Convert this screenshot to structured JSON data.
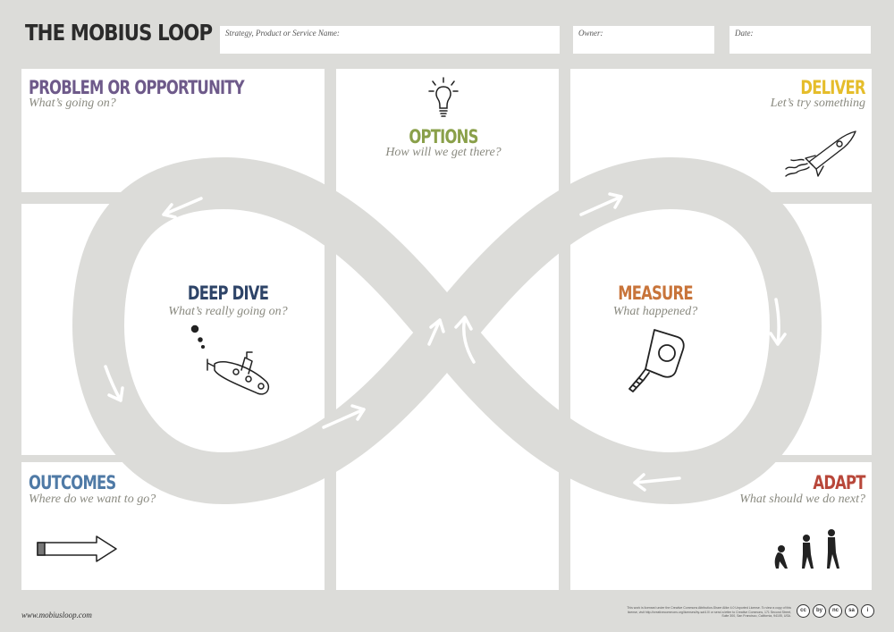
{
  "title": "THE MOBIUS LOOP",
  "fields": {
    "strategy_label": "Strategy, Product or Service Name:",
    "owner_label": "Owner:",
    "date_label": "Date:"
  },
  "sections": {
    "problem": {
      "title": "PROBLEM OR OPPORTUNITY",
      "subtitle": "What’s going on?",
      "color": "#6e5a8a"
    },
    "options": {
      "title": "OPTIONS",
      "subtitle": "How will we get there?",
      "color": "#8aa04a"
    },
    "deliver": {
      "title": "DELIVER",
      "subtitle": "Let’s try something",
      "color": "#e5bd2b"
    },
    "deep_dive": {
      "title": "DEEP DIVE",
      "subtitle": "What’s really going on?",
      "color": "#2e4468"
    },
    "measure": {
      "title": "MEASURE",
      "subtitle": "What happened?",
      "color": "#c8743a"
    },
    "outcomes": {
      "title": "OUTCOMES",
      "subtitle": "Where do we want to go?",
      "color": "#4f7aa6"
    },
    "adapt": {
      "title": "ADAPT",
      "subtitle": "What should we do next?",
      "color": "#b8473a"
    }
  },
  "icons": [
    "lightbulb-icon",
    "rocket-icon",
    "submarine-icon",
    "tape-measure-icon",
    "arrow-right-icon",
    "evolution-icon"
  ],
  "footer": {
    "url": "www.mobiusloop.com",
    "license": "This work is licensed under the Creative Commons Attribution-Share Alike 4.0 Unported License. To view a copy of this license, visit http://creativecommons.org/licenses/by-sa/4.0/ or send a letter to Creative Commons, 171 Second Street, Suite 300, San Francisco, California, 94105, USA.",
    "cc_badges": [
      "cc",
      "by",
      "nc",
      "sa",
      "i"
    ]
  }
}
